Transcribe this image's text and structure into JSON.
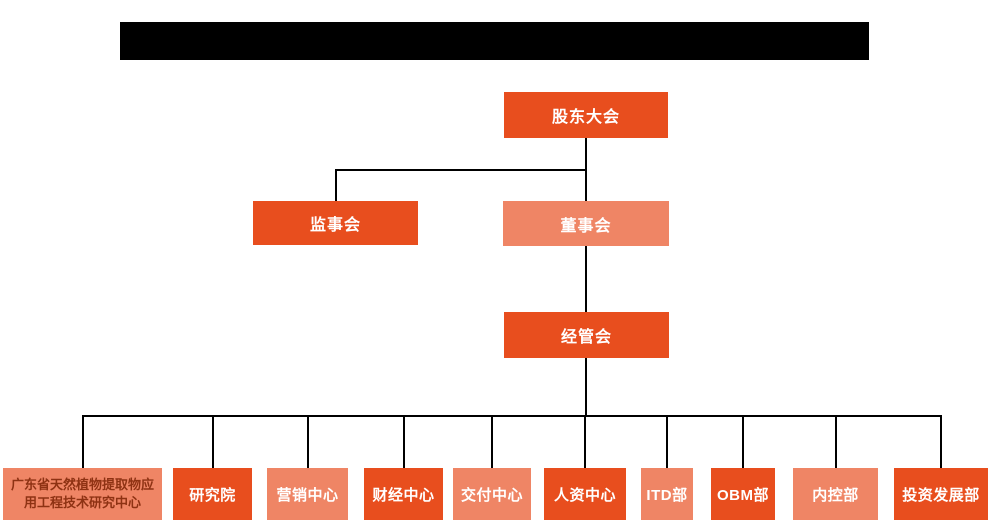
{
  "page": {
    "background": "#ffffff",
    "redacted_title_bar": {
      "present": true,
      "color": "#000000"
    }
  },
  "colors": {
    "node_primary": "#E84E1E",
    "node_secondary": "#EF8565",
    "connector_line": "#000000",
    "node_text_light": "#ffffff",
    "node_text_dark": "#8E3213"
  },
  "chart_data": {
    "type": "org-chart",
    "nodes": {
      "shareholders": {
        "label": "股东大会",
        "level": 1,
        "variant": "primary"
      },
      "supervisory": {
        "label": "监事会",
        "level": 2,
        "variant": "primary",
        "parent": "股东大会"
      },
      "board": {
        "label": "董事会",
        "level": 2,
        "variant": "secondary",
        "parent": "股东大会"
      },
      "management": {
        "label": "经管会",
        "level": 3,
        "variant": "primary",
        "parent": "董事会"
      },
      "departments": [
        {
          "label": "广东省天然植物提取物应用工程技术研究中心",
          "variant": "secondary",
          "text_color": "dark"
        },
        {
          "label": "研究院",
          "variant": "primary",
          "text_color": "light"
        },
        {
          "label": "营销中心",
          "variant": "secondary",
          "text_color": "light"
        },
        {
          "label": "财经中心",
          "variant": "primary",
          "text_color": "light"
        },
        {
          "label": "交付中心",
          "variant": "secondary",
          "text_color": "light"
        },
        {
          "label": "人资中心",
          "variant": "primary",
          "text_color": "light"
        },
        {
          "label": "ITD部",
          "variant": "secondary",
          "text_color": "light"
        },
        {
          "label": "OBM部",
          "variant": "primary",
          "text_color": "light"
        },
        {
          "label": "内控部",
          "variant": "secondary",
          "text_color": "light"
        },
        {
          "label": "投资发展部",
          "variant": "primary",
          "text_color": "light"
        }
      ]
    }
  }
}
